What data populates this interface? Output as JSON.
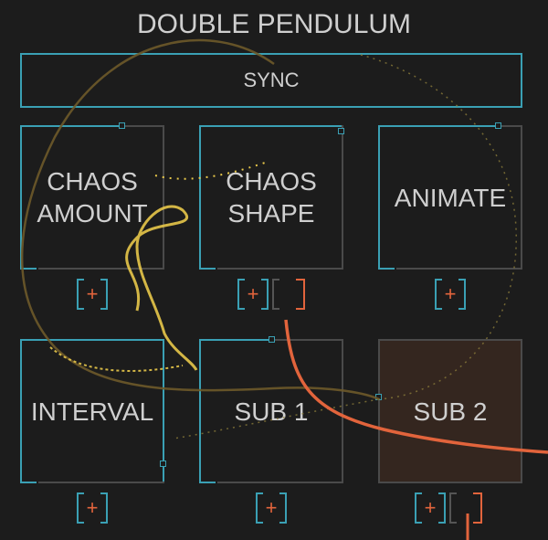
{
  "header": {
    "title": "DOUBLE PENDULUM"
  },
  "sync": {
    "label": "SYNC"
  },
  "tiles": [
    {
      "label": "CHAOS\nAMOUNT"
    },
    {
      "label": "CHAOS\nSHAPE"
    },
    {
      "label": "ANIMATE"
    },
    {
      "label": "INTERVAL"
    },
    {
      "label": "SUB 1"
    },
    {
      "label": "SUB 2"
    }
  ],
  "add_button": {
    "glyph": "+"
  },
  "colors": {
    "accent_cyan": "#3aa0b4",
    "accent_orange": "#e2643c",
    "trail_yellow": "#e8c84a",
    "background": "#1c1c1c"
  }
}
